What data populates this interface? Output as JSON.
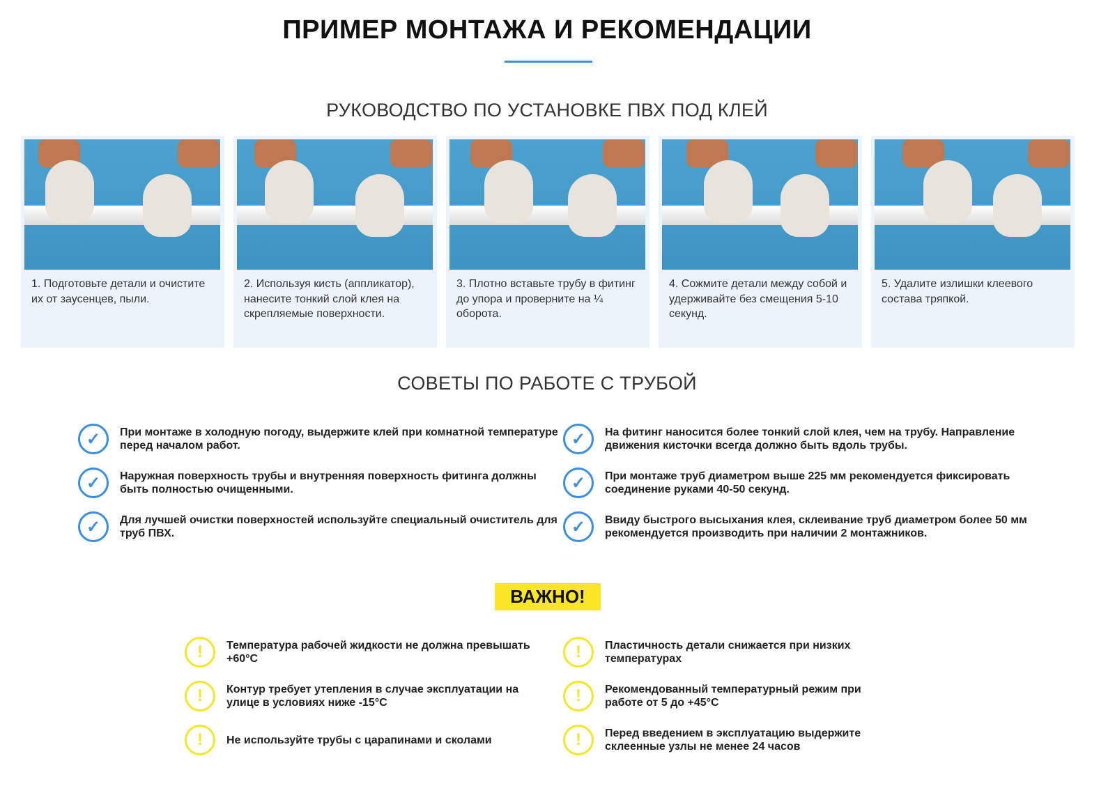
{
  "title": "ПРИМЕР МОНТАЖА И РЕКОМЕНДАЦИИ",
  "guide": {
    "heading": "РУКОВОДСТВО ПО УСТАНОВКЕ ПВХ ПОД КЛЕЙ",
    "steps": [
      "1. Подготовьте детали и очистите их от заусенцев, пыли.",
      "2. Используя кисть (аппликатор), нанесите тонкий слой клея на скрепляемые поверхности.",
      "3. Плотно вставьте трубу в фитинг до упора и проверните на ¼ оборота.",
      "4. Сожмите детали между собой и удерживайте без смещения 5-10 секунд.",
      "5. Удалите излишки клеевого состава тряпкой."
    ]
  },
  "tips": {
    "heading": "СОВЕТЫ ПО РАБОТЕ С ТРУБОЙ",
    "icon": "check-icon",
    "items": [
      "При монтаже в холодную погоду, выдержите клей при комнатной температуре перед началом работ.",
      "Наружная поверхность трубы и внутренняя поверхность фитинга должны быть полностью очищенными.",
      "Для лучшей очистки поверхностей используйте специальный очиститель для труб ПВХ.",
      "На фитинг наносится более тонкий слой клея, чем на трубу. Направление движения кисточки всегда должно быть вдоль трубы.",
      "При монтаже труб диаметром выше 225 мм рекомендуется фиксировать соединение руками 40-50 секунд.",
      "Ввиду быстрого высыхания клея, склеивание труб диаметром более 50 мм рекомендуется производить при наличии 2 монтажников."
    ]
  },
  "important": {
    "badge": "ВАЖНО!",
    "icon": "exclamation-icon",
    "icon_glyph": "!",
    "items": [
      "Температура рабочей жидкости не должна превышать +60°С",
      "Контур требует утепления в случае эксплуатации на улице в условиях ниже -15°С",
      "Не используйте трубы с царапинами и сколами",
      "Пластичность детали снижается при низких температурах",
      "Рекомендованный температурный режим при работе от 5 до +45°С",
      "Перед введением в эксплуатацию выдержите склеенные узлы не менее 24 часов"
    ]
  },
  "colors": {
    "accent": "#3b8ee0",
    "warning": "#f6e629",
    "badge": "#fbe625",
    "card": "#edf3fb"
  }
}
